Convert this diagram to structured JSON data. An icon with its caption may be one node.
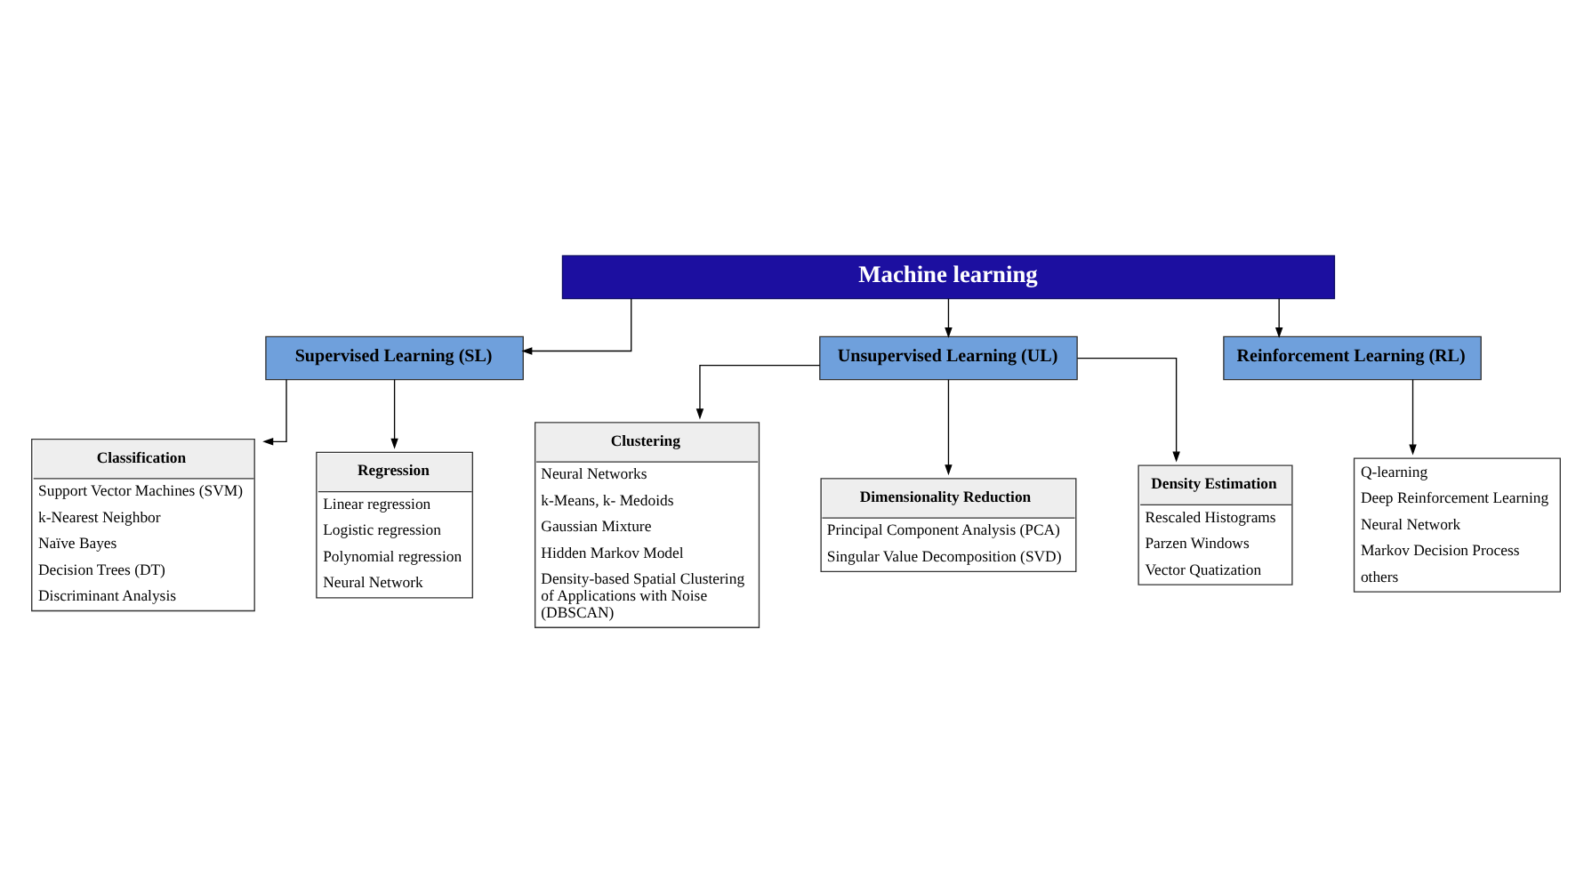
{
  "diagram": {
    "nodes": [
      {
        "text": [
          "Machine learning"
        ]
      },
      {
        "text": [
          "Supervised Learning (SL)"
        ]
      },
      {
        "text": [
          "Unsupervised Learning (UL)"
        ]
      },
      {
        "text": [
          "Reinforcement Learning (RL)"
        ]
      },
      {
        "text": [
          "Classification",
          "Support Vector Machines (SVM)",
          "k-Nearest Neighbor",
          "Naïve Bayes",
          "Decision Trees (DT)",
          "Discriminant Analysis"
        ]
      },
      {
        "text": [
          "Regression",
          "Linear regression",
          "Logistic regression",
          "Polynomial regression",
          "Neural Network"
        ]
      },
      {
        "text": [
          "Clustering",
          "Neural Networks",
          "k-Means, k- Medoids",
          "Gaussian Mixture",
          "Hidden Markov Model",
          "Density-based Spatial Clustering of Applications with Noise (DBSCAN)"
        ]
      },
      {
        "text": [
          "Dimensionality Reduction",
          "Principal Component Analysis (PCA)",
          "Singular Value Decomposition (SVD)"
        ]
      },
      {
        "text": [
          "Density Estimation",
          "Rescaled Histograms",
          "Parzen Windows",
          "Vector Quatization"
        ]
      },
      {
        "text": [
          "Q-learning",
          "Deep Reinforcement Learning",
          "Neural Network",
          "Markov Decision Process",
          "others"
        ]
      }
    ],
    "edges": [
      {
        "from": 0,
        "to": 1,
        "arrow": "to"
      },
      {
        "from": 0,
        "to": 2,
        "arrow": "to"
      },
      {
        "from": 0,
        "to": 3,
        "arrow": "to"
      },
      {
        "from": 1,
        "to": 4,
        "arrow": "to"
      },
      {
        "from": 1,
        "to": 5,
        "arrow": "to"
      },
      {
        "from": 2,
        "to": 6,
        "arrow": "to"
      },
      {
        "from": 2,
        "to": 7,
        "arrow": "to"
      },
      {
        "from": 2,
        "to": 8,
        "arrow": "to"
      },
      {
        "from": 3,
        "to": 9,
        "arrow": "to"
      }
    ]
  }
}
